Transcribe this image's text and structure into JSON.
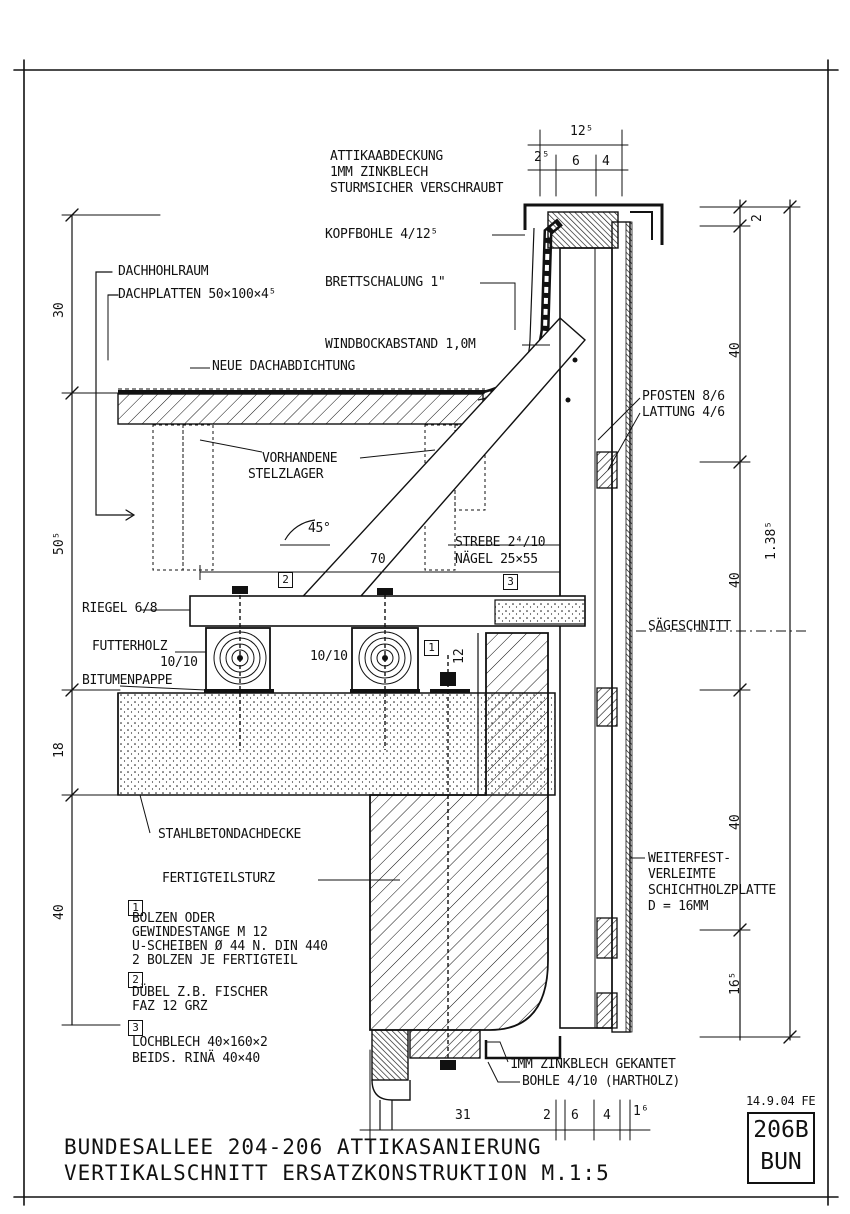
{
  "title": {
    "line1": "BUNDESALLEE 204-206   ATTIKASANIERUNG",
    "line2": "VERTIKALSCHNITT  ERSATZKONSTRUKTION  M.1:5"
  },
  "stamp": {
    "line1": "206B",
    "line2": "BUN"
  },
  "date": "14.9.04 FE",
  "labels": {
    "attika_1": "ATTIKAABDECKUNG",
    "attika_2": "1MM ZINKBLECH",
    "attika_3": "STURMSICHER VERSCHRAUBT",
    "kopfbohle": "KOPFBOHLE 4/12⁵",
    "brettschalung": "BRETTSCHALUNG 1\"",
    "dachhohlraum": "DACHHOHLRAUM",
    "dachplatten": "DACHPLATTEN 50×100×4⁵",
    "windbock": "WINDBOCKABSTAND 1,0M",
    "neue_dach": "NEUE DACHABDICHTUNG",
    "pfosten": "PFOSTEN 8/6",
    "lattung": "LATTUNG 4/6",
    "vorhandene_1": "VORHANDENE",
    "vorhandene_2": "STELZLAGER",
    "strebe": "STREBE 2⁴/10",
    "naegel": "NÄGEL 25×55",
    "riegel": "RIEGEL 6/8",
    "saegeschnitt": "SÄGESCHNITT",
    "futterholz_1": "FUTTERHOLZ",
    "futterholz_2": "10/10",
    "mid_1010": "10/10",
    "bitumenpappe": "BITUMENPAPPE",
    "stahlbeton": "STAHLBETONDACHDECKE",
    "fertigteilsturz": "FERTIGTEILSTURZ",
    "weiter_1": "WEITERFEST-",
    "weiter_2": "VERLEIMTE",
    "weiter_3": "SCHICHTHOLZPLATTE",
    "weiter_4": "D = 16MM",
    "zinkblech_kant": "1MM ZINKBLECH GEKANTET",
    "bohle_hartholz": "BOHLE 4/10 (HARTHOLZ)",
    "angle": "45°"
  },
  "notes": [
    {
      "num": "1",
      "lines": [
        "BOLZEN ODER",
        "GEWINDESTANGE M 12",
        "U-SCHEIBEN Ø 44 N. DIN 440",
        "2 BOLZEN JE FERTIGTEIL"
      ]
    },
    {
      "num": "2",
      "lines": [
        "DÜBEL  z.B. FISCHER",
        "FAZ 12 grz"
      ]
    },
    {
      "num": "3",
      "lines": [
        "LOCHBLECH 40×160×2",
        "BEIDS. RiNä 40×40"
      ]
    }
  ],
  "dims": {
    "top_125": "12⁵",
    "top_25": "2⁵",
    "top_6": "6",
    "top_4": "4",
    "left_30": "30",
    "left_505": "50⁵",
    "left_18": "18",
    "left_40": "40",
    "right_2": "2",
    "right_40a": "40",
    "right_138": "1.38⁵",
    "right_40b": "40",
    "right_40c": "40",
    "right_165": "16⁵",
    "mid_70": "70",
    "mid_12": "12",
    "bot_31": "31",
    "bot_2": "2",
    "bot_6": "6",
    "bot_4": "4",
    "bot_16": "1⁶"
  },
  "markers": {
    "m1": "1",
    "m2": "2",
    "m3": "3"
  }
}
